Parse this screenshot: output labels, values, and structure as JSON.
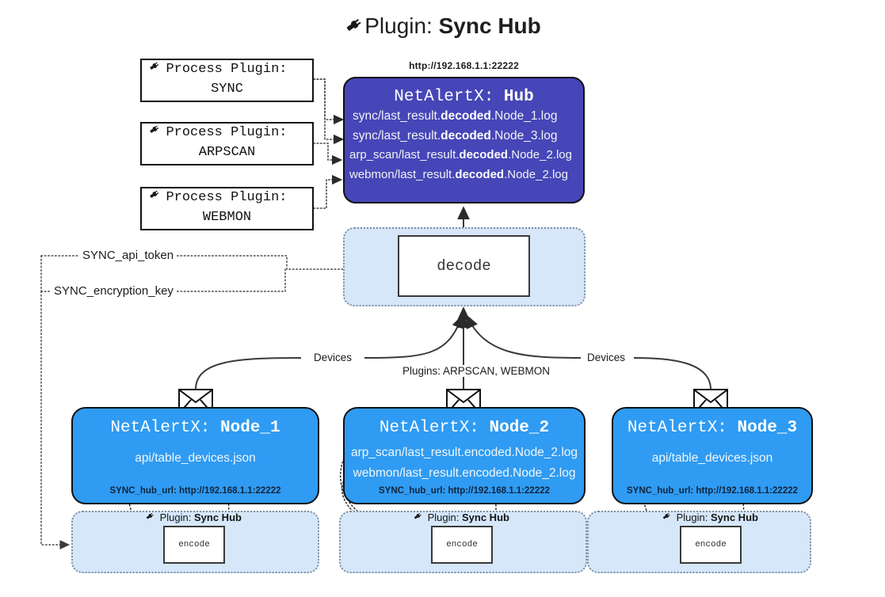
{
  "header": {
    "icon": "plug-icon",
    "prefix": "Plugin: ",
    "name": "Sync Hub"
  },
  "process_plugins": [
    {
      "icon": "plug-icon",
      "line1": "Process Plugin:",
      "line2": "SYNC"
    },
    {
      "icon": "plug-icon",
      "line1": "Process Plugin:",
      "line2": "ARPSCAN"
    },
    {
      "icon": "plug-icon",
      "line1": "Process Plugin:",
      "line2": "WEBMON"
    }
  ],
  "hub": {
    "url": "http://192.168.1.1:22222",
    "title_prefix": "NetAlertX: ",
    "title_name": "Hub",
    "logs": [
      {
        "pre": "sync/last_result.",
        "mid": "decoded",
        "post": ".Node_1.log"
      },
      {
        "pre": "sync/last_result.",
        "mid": "decoded",
        "post": ".Node_3.log"
      },
      {
        "pre": "arp_scan/last_result.",
        "mid": "decoded",
        "post": ".Node_2.log"
      },
      {
        "pre": "webmon/last_result.",
        "mid": "decoded",
        "post": ".Node_2.log"
      }
    ]
  },
  "decode": {
    "label": "decode"
  },
  "secrets": {
    "api_token": "SYNC_api_token",
    "encryption_key": "SYNC_encryption_key"
  },
  "edges": {
    "devices_left": "Devices",
    "devices_right": "Devices",
    "plugins_center": "Plugins: ARPSCAN, WEBMON"
  },
  "nodes": [
    {
      "title_prefix": "NetAlertX: ",
      "title_name": "Node_1",
      "lines": [
        "api/table_devices.json"
      ],
      "hub_url": "SYNC_hub_url: http://192.168.1.1:22222",
      "plugin_label_prefix": "Plugin: ",
      "plugin_label_name": "Sync Hub",
      "encode_label": "encode",
      "envelope_icon": "envelope-icon"
    },
    {
      "title_prefix": "NetAlertX: ",
      "title_name": "Node_2",
      "lines": [
        "arp_scan/last_result.encoded.Node_2.log",
        "webmon/last_result.encoded.Node_2.log"
      ],
      "hub_url": "SYNC_hub_url: http://192.168.1.1:22222",
      "plugin_label_prefix": "Plugin: ",
      "plugin_label_name": "Sync Hub",
      "encode_label": "encode",
      "envelope_icon": "envelope-icon"
    },
    {
      "title_prefix": "NetAlertX: ",
      "title_name": "Node_3",
      "lines": [
        "api/table_devices.json"
      ],
      "hub_url": "SYNC_hub_url: http://192.168.1.1:22222",
      "plugin_label_prefix": "Plugin: ",
      "plugin_label_name": "Sync Hub",
      "encode_label": "encode",
      "envelope_icon": "envelope-icon"
    }
  ],
  "colors": {
    "hub": "#4646b8",
    "node": "#2f9bf2",
    "container": "#d6e7fa",
    "stroke": "#111111"
  }
}
